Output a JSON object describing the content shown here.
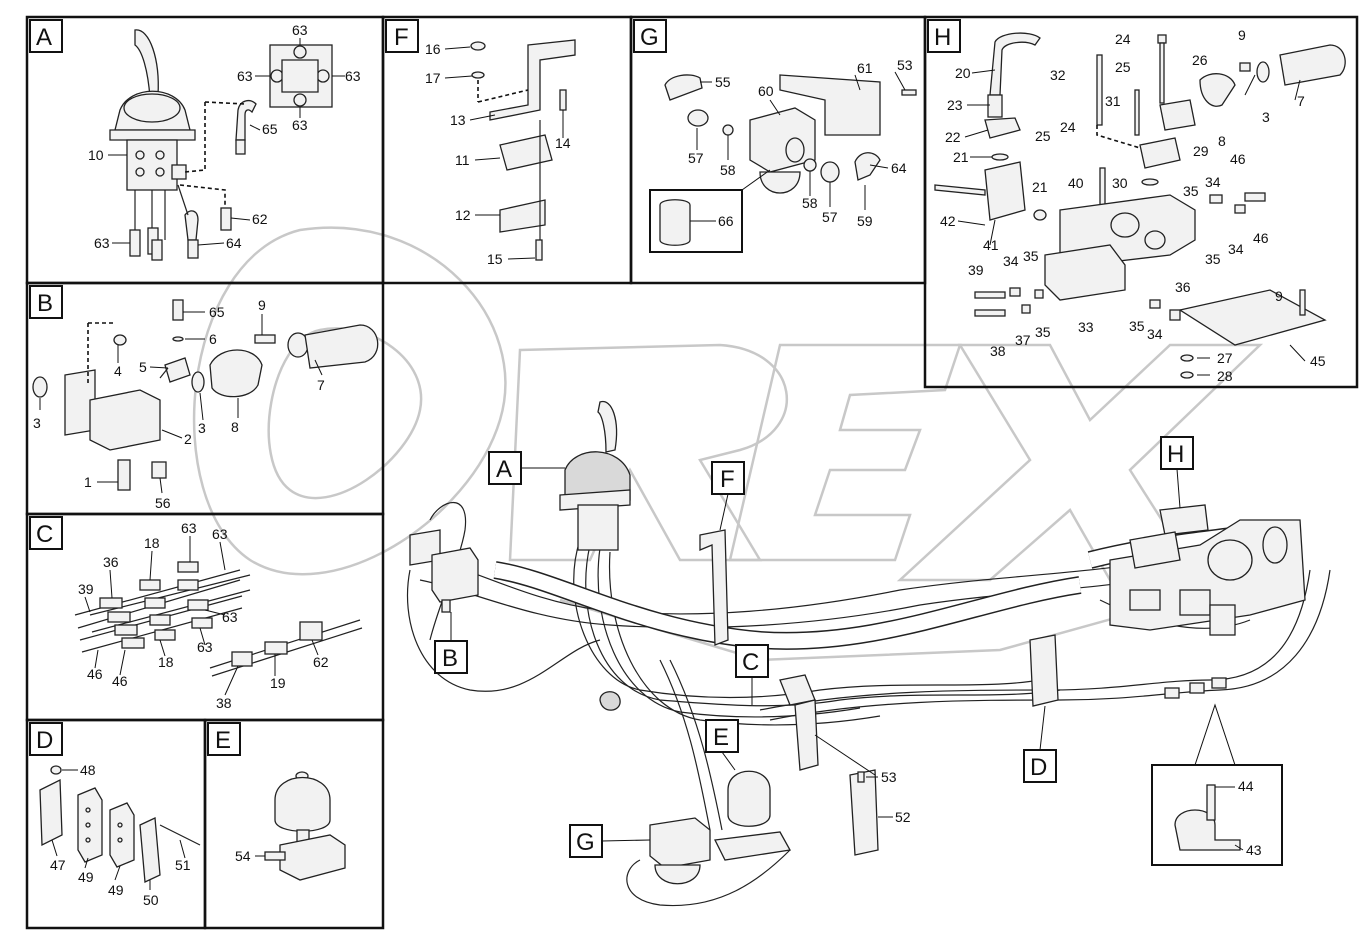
{
  "diagram": {
    "panels": {
      "A": {
        "label": "A",
        "numbers": [
          "63",
          "63",
          "63",
          "63",
          "65",
          "10",
          "62",
          "63",
          "64"
        ]
      },
      "B": {
        "label": "B",
        "numbers": [
          "65",
          "9",
          "6",
          "5",
          "4",
          "3",
          "7",
          "3",
          "2",
          "8",
          "1",
          "56"
        ]
      },
      "C": {
        "label": "C",
        "numbers": [
          "63",
          "63",
          "36",
          "18",
          "39",
          "63",
          "46",
          "46",
          "63",
          "18",
          "62",
          "38",
          "19"
        ]
      },
      "D": {
        "label": "D",
        "numbers": [
          "48",
          "47",
          "49",
          "49",
          "50",
          "51"
        ]
      },
      "E": {
        "label": "E",
        "numbers": [
          "54"
        ]
      },
      "F": {
        "label": "F",
        "numbers": [
          "16",
          "17",
          "13",
          "14",
          "11",
          "12",
          "15"
        ]
      },
      "G": {
        "label": "G",
        "numbers": [
          "55",
          "61",
          "53",
          "60",
          "57",
          "58",
          "58",
          "57",
          "64",
          "59",
          "66"
        ]
      },
      "H": {
        "label": "H",
        "numbers": [
          "9",
          "24",
          "26",
          "20",
          "32",
          "25",
          "7",
          "23",
          "31",
          "8",
          "3",
          "22",
          "25",
          "24",
          "29",
          "21",
          "46",
          "40",
          "30",
          "35",
          "34",
          "42",
          "21",
          "41",
          "46",
          "35",
          "34",
          "39",
          "34",
          "35",
          "9",
          "36",
          "33",
          "35",
          "34",
          "38",
          "37",
          "35",
          "27",
          "28",
          "45"
        ]
      }
    },
    "overview": {
      "callouts": [
        "A",
        "B",
        "C",
        "D",
        "E",
        "F",
        "G",
        "H"
      ],
      "numbers": [
        "53",
        "52",
        "44",
        "43"
      ]
    },
    "watermark": "OREX"
  }
}
